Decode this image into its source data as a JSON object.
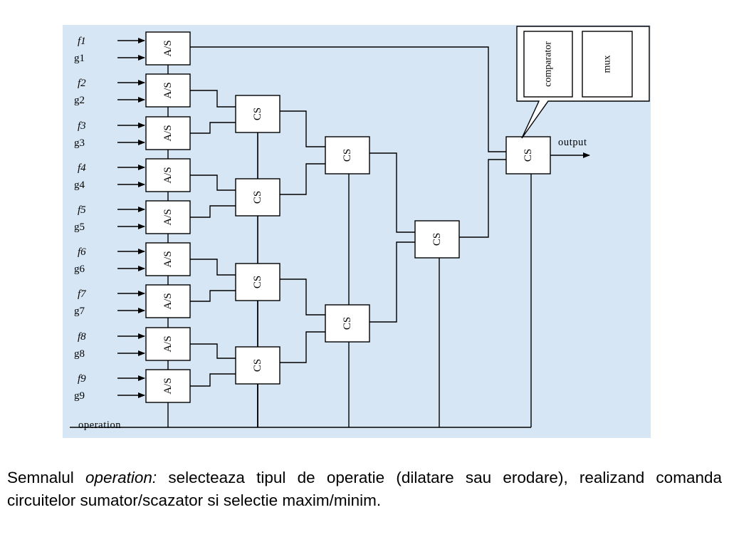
{
  "diagram": {
    "inputs": [
      {
        "f": "f1",
        "g": "g1"
      },
      {
        "f": "f2",
        "g": "g2"
      },
      {
        "f": "f3",
        "g": "g3"
      },
      {
        "f": "f4",
        "g": "g4"
      },
      {
        "f": "f5",
        "g": "g5"
      },
      {
        "f": "f6",
        "g": "g6"
      },
      {
        "f": "f7",
        "g": "g7"
      },
      {
        "f": "f8",
        "g": "g8"
      },
      {
        "f": "f9",
        "g": "g9"
      }
    ],
    "as_label": "A/S",
    "cs_label": "CS",
    "callout": {
      "left": "comparator",
      "right": "mux"
    },
    "output_label": "output",
    "operation_label": "operation"
  },
  "caption": {
    "prefix": "Semnalul ",
    "emphasis": "operation:",
    "rest": " selecteaza tipul de operatie (dilatare sau erodare), realizand comanda circuitelor sumator/scazator si selectie maxim/minim."
  },
  "colors": {
    "diagram_background": "#d6e6f4",
    "line": "#000000",
    "box_fill": "#ffffff"
  }
}
